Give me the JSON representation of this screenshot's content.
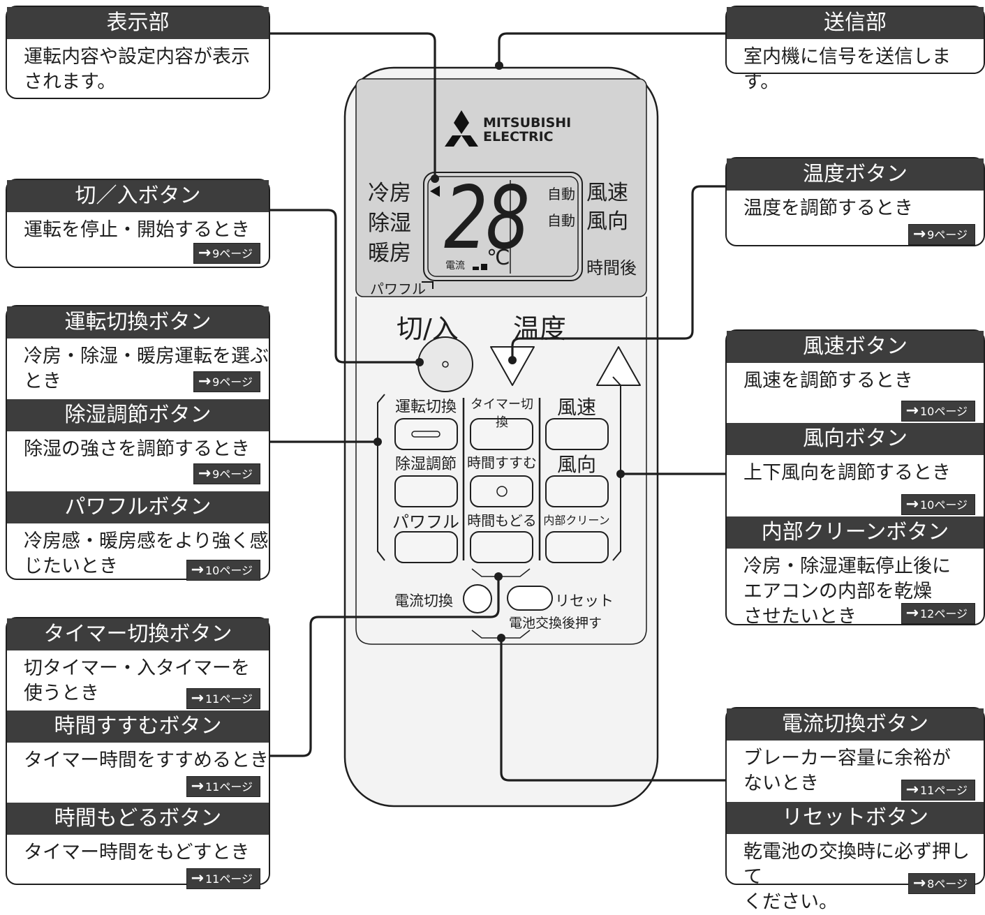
{
  "callouts": [
    {
      "id": "hyouji",
      "title": "表示部",
      "rows": [
        {
          "text": "運転内容や設定内容が表示\nされます。"
        }
      ]
    },
    {
      "id": "kiri",
      "title": "切／入ボタン",
      "rows": [
        {
          "text": "運転を停止・開始するとき",
          "ref": "9ページ"
        }
      ]
    },
    {
      "id": "unten",
      "title": "運転切換ボタン",
      "rows": [
        {
          "text": "冷房・除湿・暖房運転を選ぶ\nとき",
          "ref": "9ページ"
        }
      ]
    },
    {
      "id": "joshitsu",
      "title": "除湿調節ボタン",
      "rows": [
        {
          "text": "除湿の強さを調節するとき",
          "ref": "9ページ"
        }
      ]
    },
    {
      "id": "powerful",
      "title": "パワフルボタン",
      "rows": [
        {
          "text": "冷房感・暖房感をより強く感\nじたいとき",
          "ref": "10ページ"
        }
      ]
    },
    {
      "id": "timer",
      "title": "タイマー切換ボタン",
      "rows": [
        {
          "text": "切タイマー・入タイマーを\n使うとき",
          "ref": "11ページ"
        }
      ]
    },
    {
      "id": "susumu",
      "title": "時間すすむボタン",
      "rows": [
        {
          "text": "タイマー時間をすすめるとき",
          "ref": "11ページ"
        }
      ]
    },
    {
      "id": "modoru",
      "title": "時間もどるボタン",
      "rows": [
        {
          "text": "タイマー時間をもどすとき",
          "ref": "11ページ"
        }
      ]
    },
    {
      "id": "soushin",
      "title": "送信部",
      "rows": [
        {
          "text": "室内機に信号を送信します。"
        }
      ]
    },
    {
      "id": "ondo",
      "title": "温度ボタン",
      "rows": [
        {
          "text": "温度を調節するとき",
          "ref": "9ページ"
        }
      ]
    },
    {
      "id": "fuusoku",
      "title": "風速ボタン",
      "rows": [
        {
          "text": "風速を調節するとき",
          "ref": "10ページ"
        }
      ]
    },
    {
      "id": "fuukou",
      "title": "風向ボタン",
      "rows": [
        {
          "text": "上下風向を調節するとき",
          "ref": "10ページ"
        }
      ]
    },
    {
      "id": "naibu",
      "title": "内部クリーンボタン",
      "rows": [
        {
          "text": "冷房・除湿運転停止後に\nエアコンの内部を乾燥\nさせたいとき",
          "ref": "12ページ"
        }
      ]
    },
    {
      "id": "denryu",
      "title": "電流切換ボタン",
      "rows": [
        {
          "text": "ブレーカー容量に余裕が\nないとき",
          "ref": "11ページ"
        }
      ]
    },
    {
      "id": "reset",
      "title": "リセットボタン",
      "rows": [
        {
          "text": "乾電池の交換時に必ず押して\nください。",
          "ref": "8ページ"
        }
      ]
    }
  ],
  "remote": {
    "brand": [
      "MITSUBISHI",
      "ELECTRIC"
    ],
    "modes": [
      "冷房",
      "除湿",
      "暖房"
    ],
    "powerful": "パワフル",
    "temp": "28",
    "unit": "℃",
    "current": "電流",
    "auto1": "自動",
    "auto2": "自動",
    "right": [
      "風速",
      "風向",
      "時間後"
    ],
    "onoff": "切/入",
    "ondo": "温度",
    "buttons": [
      "運転切換",
      "タイマー切換",
      "風速",
      "除湿調節",
      "時間すすむ",
      "風向",
      "パワフル",
      "時間もどる",
      "内部クリーン"
    ],
    "denryu": "電流切換",
    "reset": "リセット",
    "battery": "電池交換後押す"
  },
  "colors": {
    "header": "#3d3d3d",
    "lcd": "#d3d3d3",
    "body": "#f3f3f3",
    "line": "#1e1e1e",
    "button": "#e8e8e8"
  }
}
